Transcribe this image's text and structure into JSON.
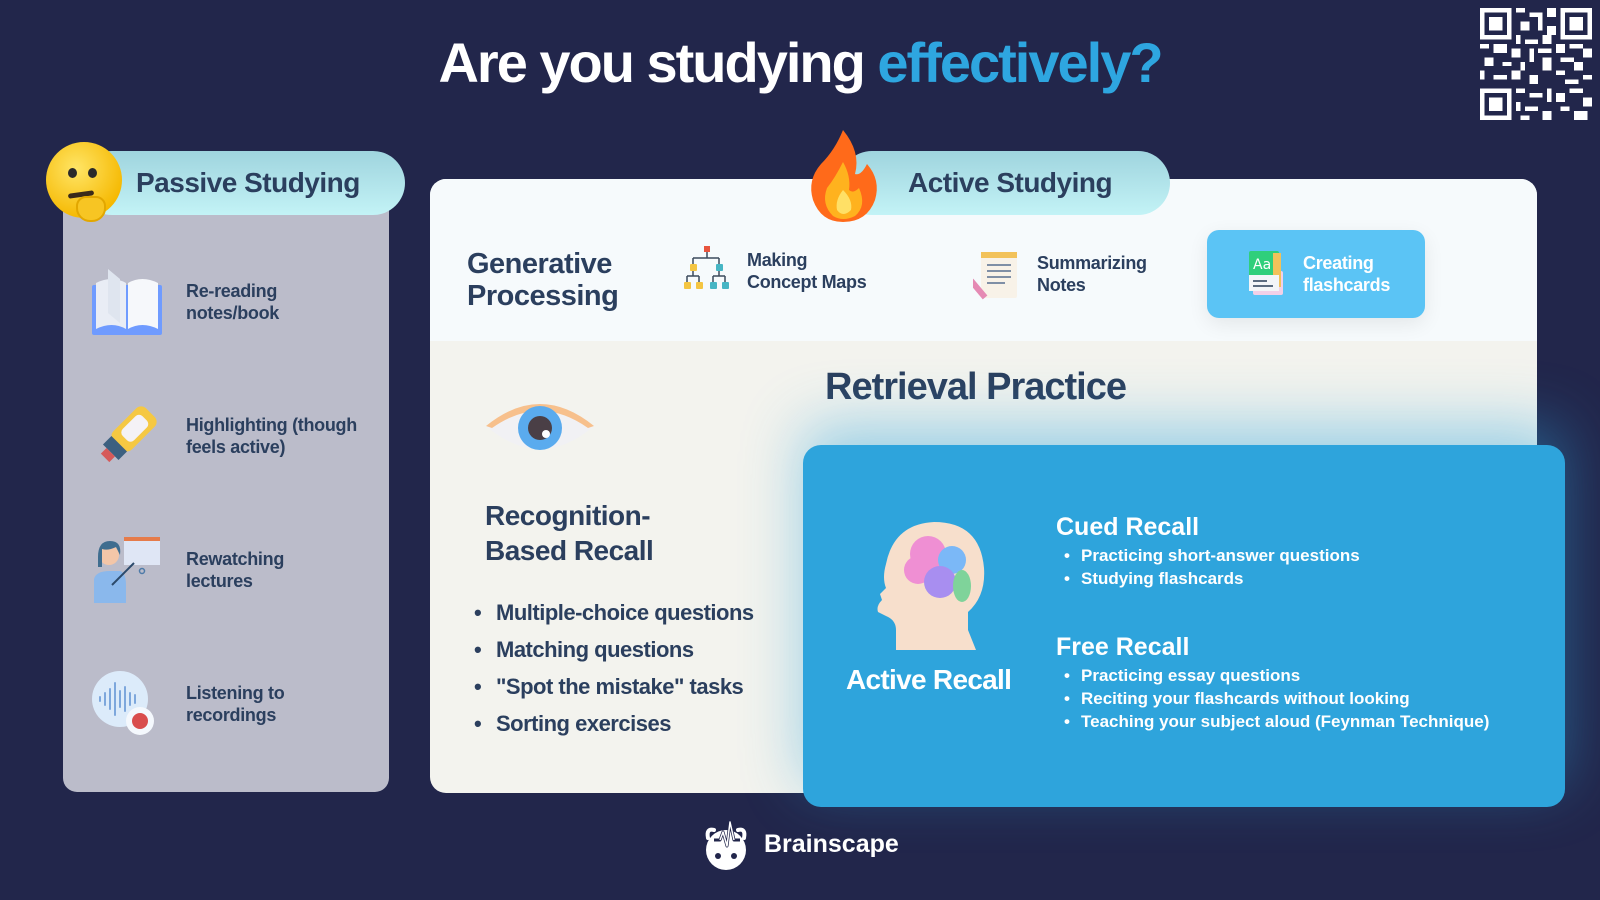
{
  "title": {
    "prefix": "Are you studying",
    "accent": "effectively?"
  },
  "colors": {
    "background": "#22264b",
    "accent": "#2ea6e0",
    "text_dark": "#2b3f5e",
    "pill": "#b7eef3",
    "passive_panel": "#bbbcca",
    "recall_card": "#2ea4dc",
    "flashcard_highlight": "#5bc4f5"
  },
  "passive": {
    "heading": "Passive Studying",
    "heading_icon": "thinking-face-emoji",
    "items": [
      {
        "icon": "open-book-icon",
        "line1": "Re-reading",
        "line2": "notes/book"
      },
      {
        "icon": "highlighter-icon",
        "line1": "Highlighting (though",
        "line2": "feels active)"
      },
      {
        "icon": "lecture-presenter-icon",
        "line1": "Rewatching",
        "line2": "lectures"
      },
      {
        "icon": "audio-recording-icon",
        "line1": "Listening to",
        "line2": "recordings"
      }
    ]
  },
  "active": {
    "heading": "Active Studying",
    "heading_icon": "fire-emoji",
    "generative": {
      "title_line1": "Generative",
      "title_line2": "Processing",
      "items": [
        {
          "icon": "concept-map-icon",
          "line1": "Making",
          "line2": "Concept Maps"
        },
        {
          "icon": "notepad-icon",
          "line1": "Summarizing",
          "line2": "Notes"
        },
        {
          "icon": "flashcards-icon",
          "line1": "Creating",
          "line2": "flashcards",
          "highlighted": true
        }
      ]
    },
    "retrieval": {
      "title": "Retrieval Practice",
      "recognition": {
        "icon": "eye-icon",
        "title_line1": "Recognition-",
        "title_line2": "Based Recall",
        "items": [
          "Multiple-choice questions",
          "Matching questions",
          "\"Spot the mistake\" tasks",
          "Sorting exercises"
        ]
      },
      "active_recall": {
        "icon": "brain-head-icon",
        "title": "Active Recall",
        "cued": {
          "title": "Cued Recall",
          "items": [
            "Practicing short-answer questions",
            "Studying flashcards"
          ]
        },
        "free": {
          "title": "Free Recall",
          "items": [
            "Practicing essay questions",
            "Reciting your flashcards without looking",
            "Teaching your subject aloud (Feynman Technique)"
          ]
        }
      }
    }
  },
  "footer": {
    "brand": "Brainscape"
  }
}
